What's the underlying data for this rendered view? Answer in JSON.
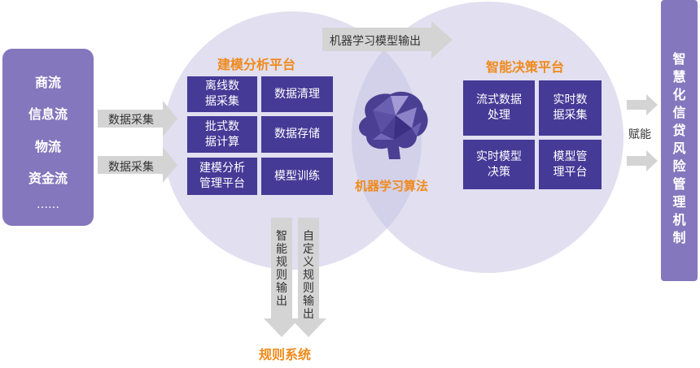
{
  "sources": {
    "items": [
      "商流",
      "信息流",
      "物流",
      "资金流",
      "……"
    ]
  },
  "collect_arrows": {
    "top_label": "数据采集",
    "bottom_label": "数据采集"
  },
  "modeling_platform": {
    "title": "建模分析平台",
    "tiles": [
      "离线数\n据采集",
      "数据清理",
      "批式数\n据计算",
      "数据存储",
      "建模分析\n管理平台",
      "模型训练"
    ]
  },
  "ml_output_arrow": {
    "label": "机器学习模型输出"
  },
  "ml_algorithm": {
    "label": "机器学习算法"
  },
  "decision_platform": {
    "title": "智能决策平台",
    "tiles": [
      "流式数据\n处理",
      "实时数\n据采集",
      "实时模型\n决策",
      "模型管\n理平台"
    ]
  },
  "empower": {
    "label": "赋能"
  },
  "risk_mechanism": {
    "label": "智慧化信贷风险管理机制"
  },
  "rule_outputs": {
    "smart_label": "智能规则输出",
    "custom_label": "自定义规则输出"
  },
  "rule_system": {
    "label": "规则系统"
  },
  "colors": {
    "accent_orange": "#f08a1c",
    "tile_purple": "#453a96",
    "panel_purple": "#8577bd",
    "circle_lavender": "#c8c4e4",
    "arrow_gray": "#d4d4d4"
  }
}
